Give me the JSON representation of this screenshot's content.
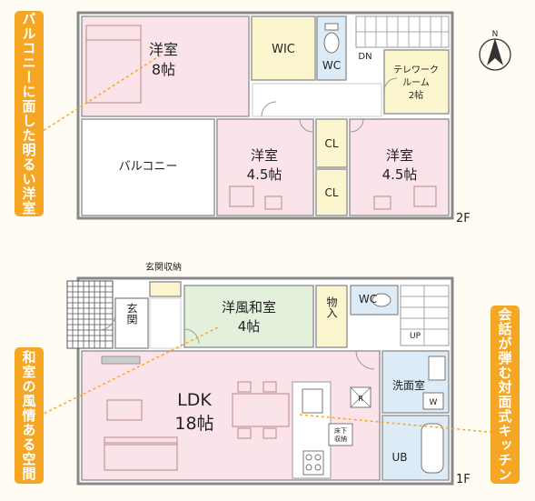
{
  "floors": {
    "second": {
      "label": "2F",
      "rooms": {
        "master": {
          "name": "洋室",
          "size": "8帖"
        },
        "wic": "WIC",
        "wc": "WC",
        "dn": "DN",
        "telework": {
          "line1": "テレワーク",
          "line2": "ルーム",
          "line3": "2帖"
        },
        "balcony": "バルコニー",
        "room_left": {
          "name": "洋室",
          "size": "4.5帖"
        },
        "room_right": {
          "name": "洋室",
          "size": "4.5帖"
        },
        "cl_top": "CL",
        "cl_bottom": "CL"
      }
    },
    "first": {
      "label": "1F",
      "rooms": {
        "genkan_storage": "玄関収納",
        "genkan": "玄関",
        "washitsu": {
          "name": "洋風和室",
          "size": "4帖"
        },
        "storage": "物入",
        "wc": "WC",
        "up": "UP",
        "ldk": {
          "name": "LDK",
          "size": "18帖"
        },
        "washroom": "洗面室",
        "washer": "W",
        "fridge": "R",
        "underfloor": {
          "line1": "床下",
          "line2": "収納"
        },
        "ub": "UB"
      }
    }
  },
  "callouts": {
    "balcony": "バルコニーに面した明るい洋室",
    "washitsu": "和室の風情ある空間",
    "kitchen": "会話が弾む対面式キッチン"
  },
  "compass": "N",
  "colors": {
    "pink": "#fbe3ea",
    "green": "#e3f0dc",
    "yellow": "#fcf6cf",
    "blue": "#dcebf6",
    "wall": "#888888",
    "accent": "#f5a623"
  }
}
